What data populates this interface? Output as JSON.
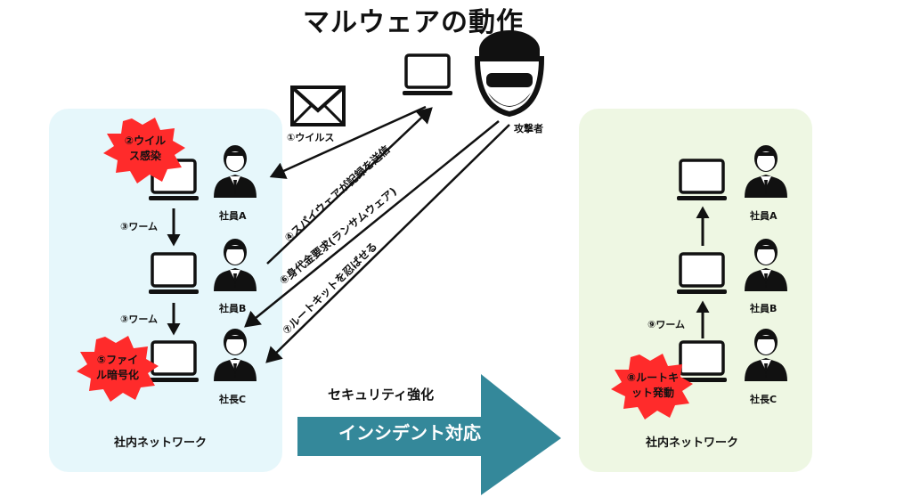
{
  "title": "マルウェアの動作",
  "attacker_label": "攻撃者",
  "mail_label": "①ウイルス",
  "left_network": {
    "label": "社内ネットワーク",
    "nodes": [
      {
        "person": "社員A"
      },
      {
        "person": "社員B"
      },
      {
        "person": "社長C"
      }
    ],
    "worm_labels": [
      "③ワーム",
      "③ワーム"
    ],
    "burst_infect": [
      "②ウイル",
      "ス感染"
    ],
    "burst_encrypt": [
      "⑤ファイ",
      "ル暗号化"
    ]
  },
  "attack_arrows": [
    {
      "label": "④スパイウェアが記録を送信"
    },
    {
      "label": "⑥身代金要求(ランサムウェア)"
    },
    {
      "label": "⑦ルートキットを忍ばせる"
    }
  ],
  "security_label": "セキュリティ強化",
  "incident_label": "インシデント対応",
  "right_network": {
    "label": "社内ネットワーク",
    "nodes": [
      {
        "person": "社員A"
      },
      {
        "person": "社員B"
      },
      {
        "person": "社長C"
      }
    ],
    "worm_label": "⑨ワーム",
    "burst_rootkit": [
      "⑧ルートキ",
      "ット発動"
    ]
  },
  "colors": {
    "left_panel": "#e6f7fb",
    "right_panel": "#eef7e3",
    "burst": "#ff2b2b",
    "big_arrow": "#34889a"
  }
}
